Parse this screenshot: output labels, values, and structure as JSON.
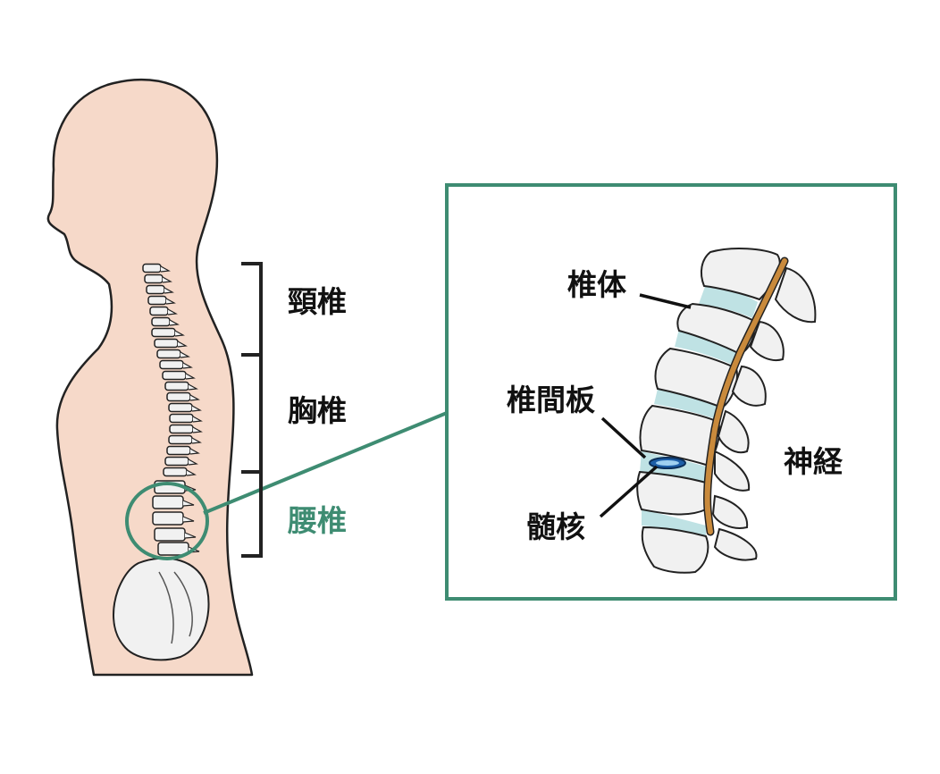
{
  "diagram": {
    "regions": {
      "cervical": "頸椎",
      "thoracic": "胸椎",
      "lumbar": "腰椎"
    },
    "detail_labels": {
      "vertebral_body": "椎体",
      "intervertebral_disc": "椎間板",
      "nucleus_pulposus": "髄核",
      "nerve": "神経"
    }
  },
  "colors": {
    "skin": "#f6d9c9",
    "outline": "#222222",
    "bone": "#f1f1f1",
    "disc": "#bfe2e4",
    "nerve": "#c98a3c",
    "accent": "#3e8c72",
    "nucleus": "#1d5fa8"
  }
}
